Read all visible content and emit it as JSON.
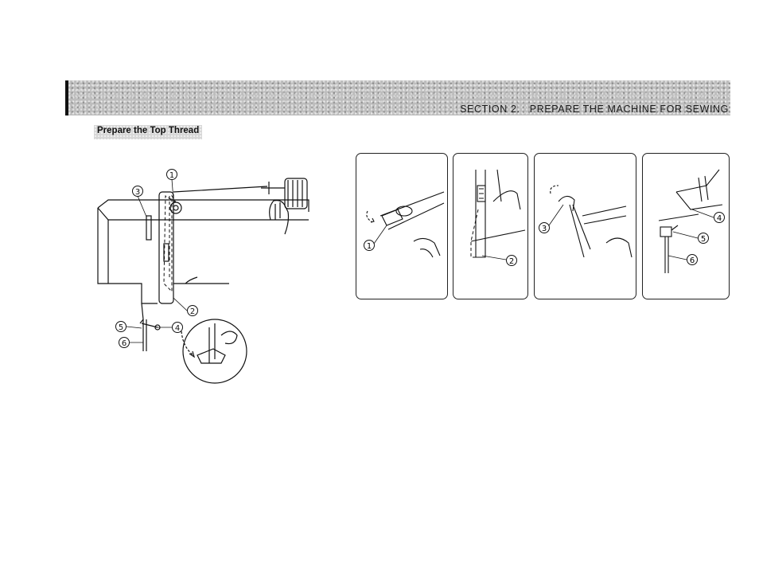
{
  "header": {
    "section_title": "SECTION 2.   PREPARE THE MACHINE FOR SEWING"
  },
  "page": {
    "subtitle": "Prepare the Top Thread"
  },
  "main_figure": {
    "callouts": [
      "1",
      "2",
      "3",
      "4",
      "5",
      "6"
    ]
  },
  "detail_panels": [
    {
      "callouts": [
        "1"
      ]
    },
    {
      "callouts": [
        "2"
      ]
    },
    {
      "callouts": [
        "3"
      ]
    },
    {
      "callouts": [
        "4",
        "5",
        "6"
      ]
    }
  ]
}
